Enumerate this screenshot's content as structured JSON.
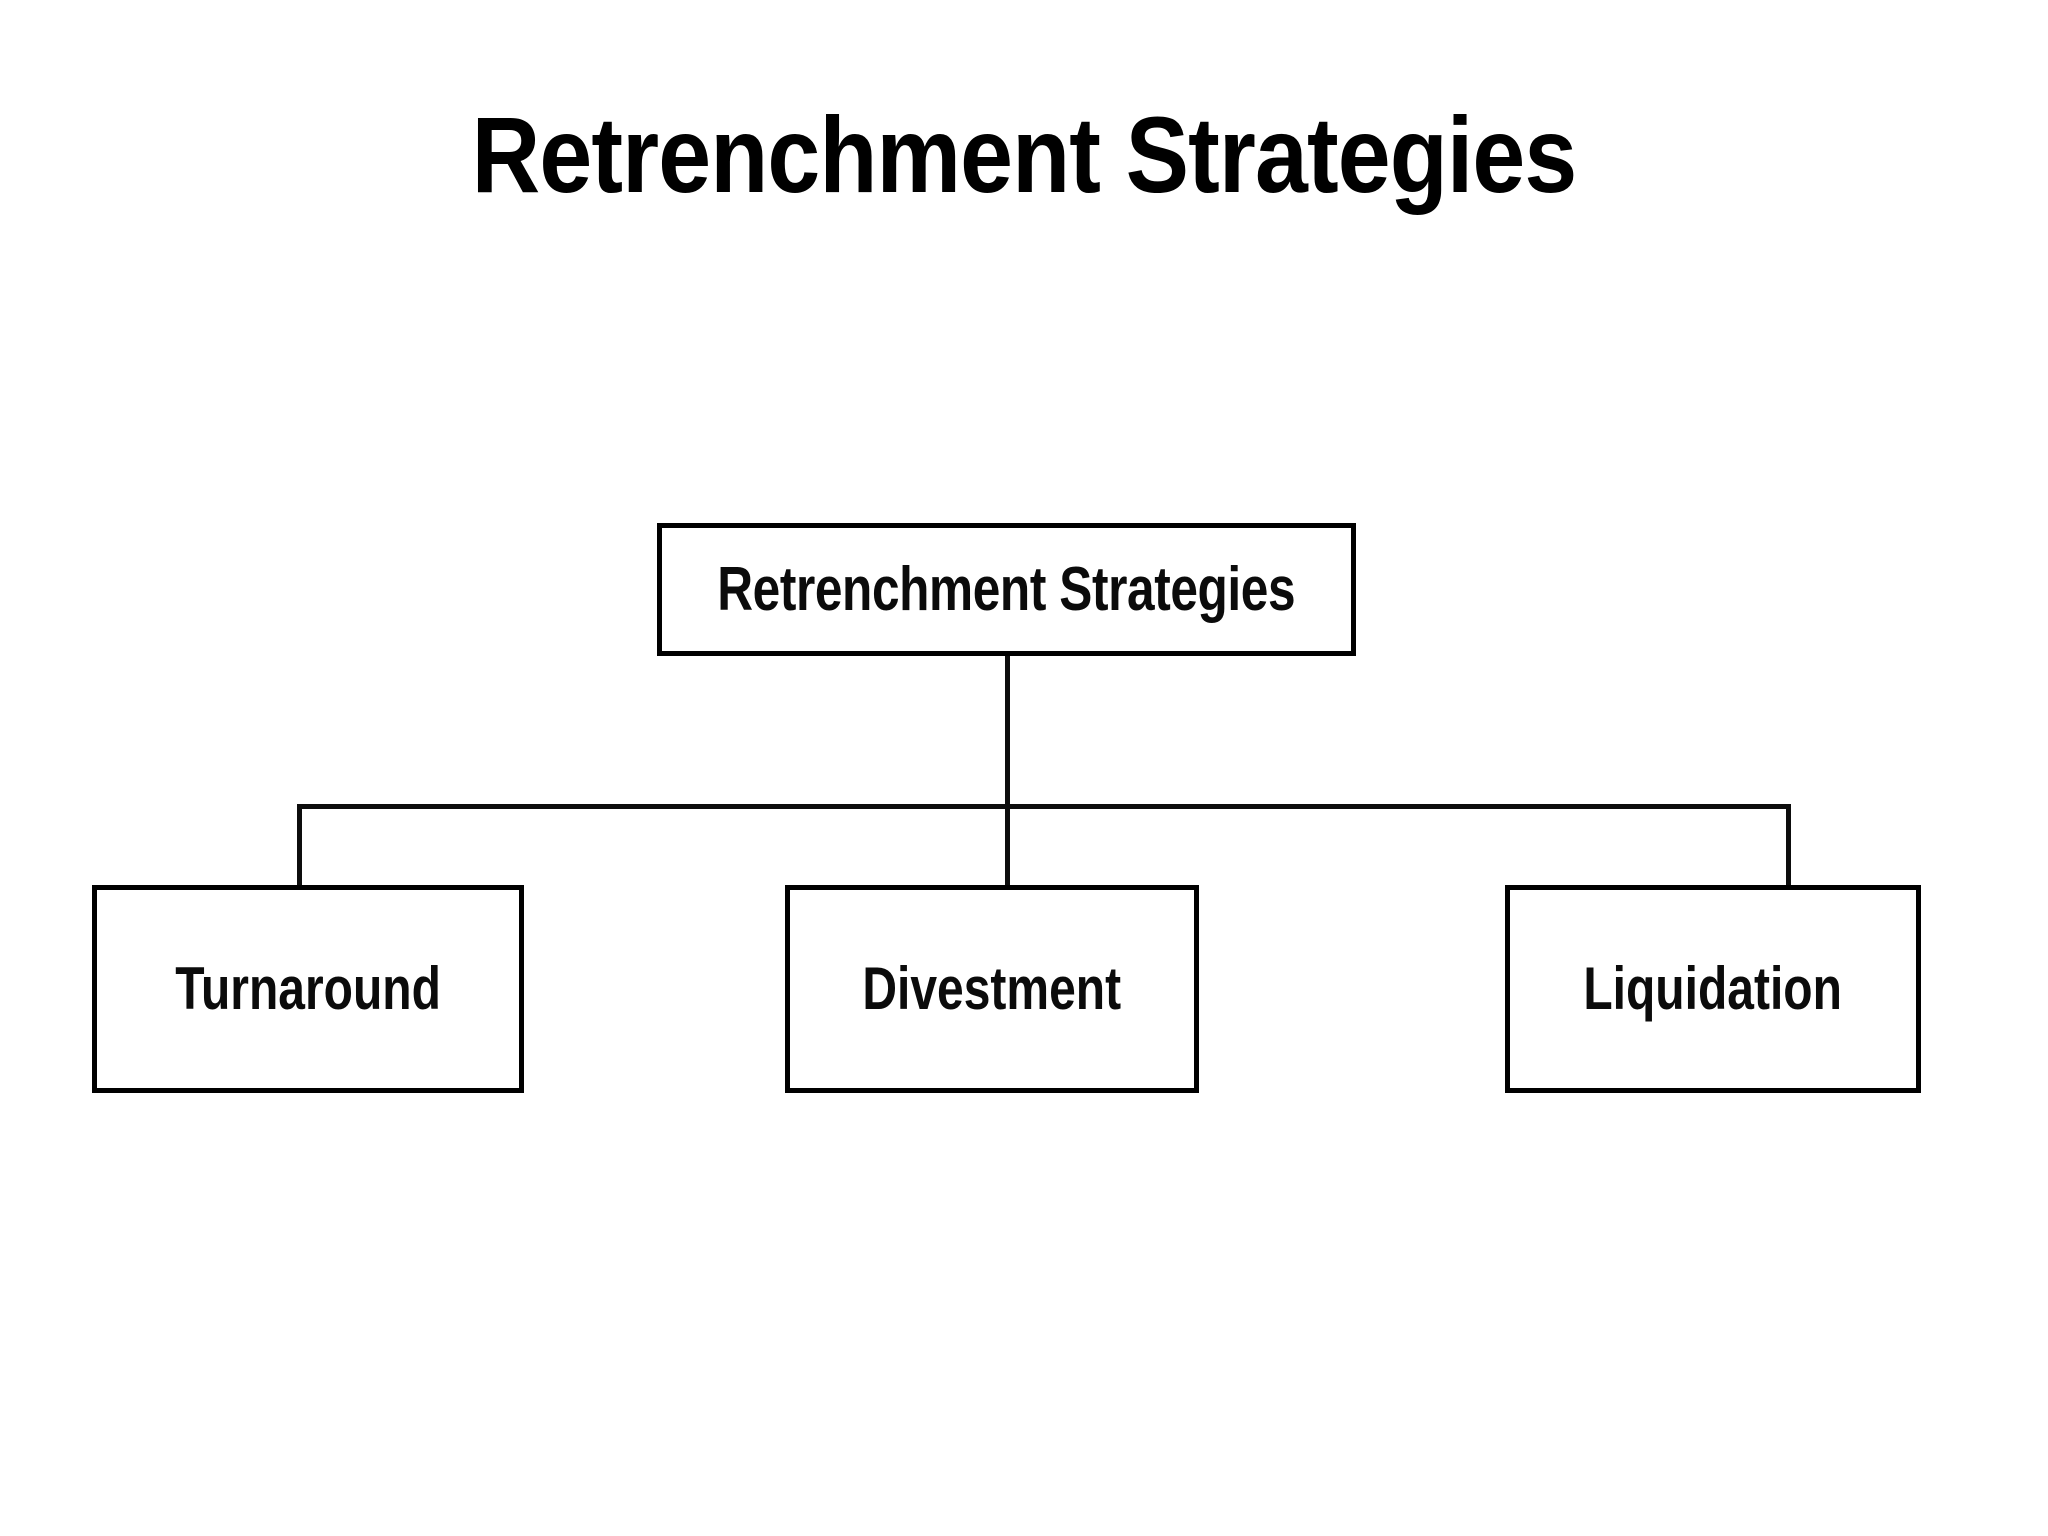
{
  "slide": {
    "title": "Retrenchment Strategies",
    "background_color": "#FFFFFF",
    "text_color": "#000000",
    "line_color": "#0D0D0D"
  },
  "chart_data": {
    "type": "diagram",
    "diagram_type": "organizational-tree",
    "title": "Retrenchment Strategies",
    "orientation": "top-down",
    "root": {
      "id": "root",
      "label": "Retrenchment Strategies"
    },
    "children": [
      {
        "id": "turnaround",
        "label": "Turnaround"
      },
      {
        "id": "divestment",
        "label": "Divestment"
      },
      {
        "id": "liquidation",
        "label": "Liquidation"
      }
    ],
    "edges": [
      {
        "from": "root",
        "to": "turnaround"
      },
      {
        "from": "root",
        "to": "divestment"
      },
      {
        "from": "root",
        "to": "liquidation"
      }
    ],
    "node_style": {
      "shape": "rectangle",
      "fill": "#FFFFFF",
      "border_color": "#000000",
      "border_width_px": 5
    }
  }
}
